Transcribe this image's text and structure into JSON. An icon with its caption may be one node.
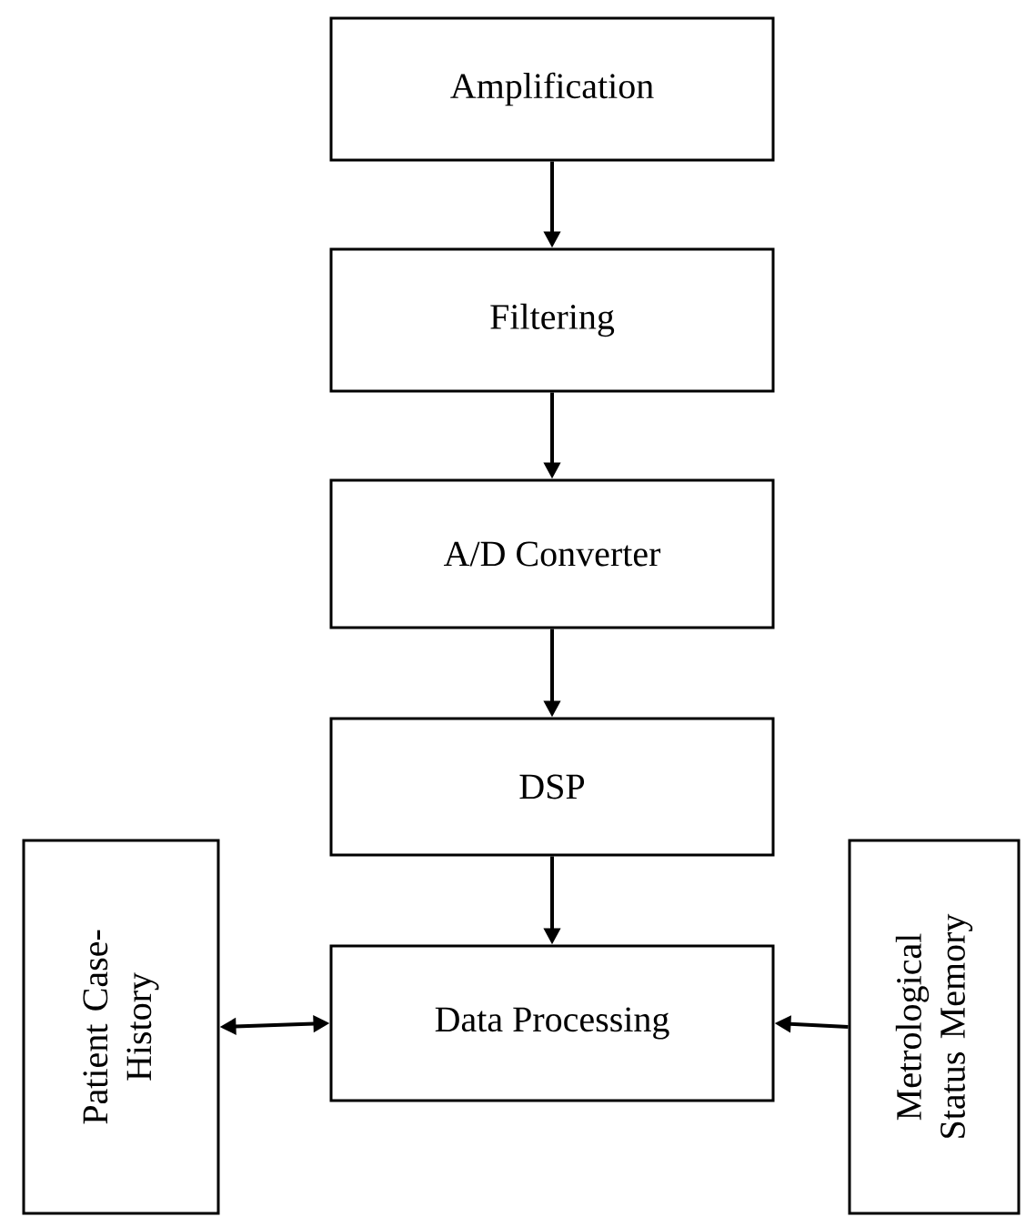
{
  "diagram": {
    "nodes": [
      {
        "text": [
          "Amplification"
        ]
      },
      {
        "text": [
          "Filtering"
        ]
      },
      {
        "text": [
          "A/D Converter"
        ]
      },
      {
        "text": [
          "DSP"
        ]
      },
      {
        "text": [
          "Data Processing"
        ]
      },
      {
        "text": [
          "Patient Case-History"
        ]
      },
      {
        "text": [
          "Metrological Status Memory"
        ]
      }
    ],
    "edges": [
      {
        "from": 0,
        "to": 1,
        "arrow": "to"
      },
      {
        "from": 1,
        "to": 2,
        "arrow": "to"
      },
      {
        "from": 2,
        "to": 3,
        "arrow": "to"
      },
      {
        "from": 3,
        "to": 4,
        "arrow": "to"
      },
      {
        "from": 5,
        "to": 4,
        "arrow": "both"
      },
      {
        "from": 6,
        "to": 4,
        "arrow": "to"
      }
    ]
  }
}
